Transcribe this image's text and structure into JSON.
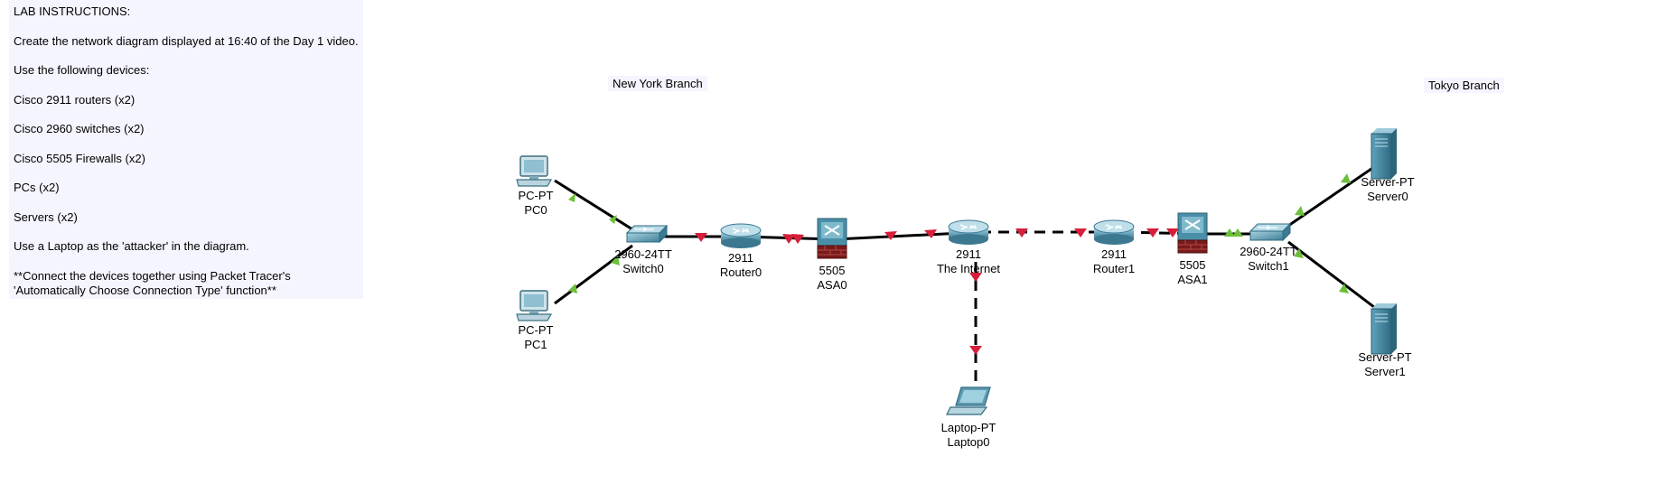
{
  "instructions": {
    "title": "LAB INSTRUCTIONS:",
    "lines": [
      "Create the network diagram displayed at 16:40 of the Day 1 video.",
      "Use the following devices:",
      "Cisco 2911 routers (x2)",
      "Cisco 2960 switches (x2)",
      "Cisco 5505 Firewalls (x2)",
      "PCs (x2)",
      "Servers (x2)",
      "Use a Laptop as the 'attacker' in the diagram.",
      "**Connect the devices together using Packet Tracer's",
      "'Automatically Choose Connection Type' function**"
    ]
  },
  "branches": {
    "new_york": "New York Branch",
    "tokyo": "Tokyo Branch"
  },
  "devices": {
    "pc0": {
      "model": "PC-PT",
      "name": "PC0",
      "icon": "pc-icon"
    },
    "pc1": {
      "model": "PC-PT",
      "name": "PC1",
      "icon": "pc-icon"
    },
    "switch0": {
      "model": "2960-24TT",
      "name": "Switch0",
      "icon": "switch-icon"
    },
    "router0": {
      "model": "2911",
      "name": "Router0",
      "icon": "router-icon"
    },
    "asa0": {
      "model": "5505",
      "name": "ASA0",
      "icon": "firewall-icon"
    },
    "internet": {
      "model": "2911",
      "name": "The Internet",
      "icon": "router-icon"
    },
    "router1": {
      "model": "2911",
      "name": "Router1",
      "icon": "router-icon"
    },
    "asa1": {
      "model": "5505",
      "name": "ASA1",
      "icon": "firewall-icon"
    },
    "switch1": {
      "model": "2960-24TT",
      "name": "Switch1",
      "icon": "switch-icon"
    },
    "server0": {
      "model": "Server-PT",
      "name": "Server0",
      "icon": "server-icon"
    },
    "server1": {
      "model": "Server-PT",
      "name": "Server1",
      "icon": "server-icon"
    },
    "laptop0": {
      "model": "Laptop-PT",
      "name": "Laptop0",
      "icon": "laptop-icon"
    }
  },
  "colors": {
    "link": "#000000",
    "link_up": "#6cbf3a",
    "link_down": "#d61f3a",
    "device": "#4a8fa8",
    "firewall_base": "#7a1a1a",
    "note_bg": "#f5f5ff"
  }
}
